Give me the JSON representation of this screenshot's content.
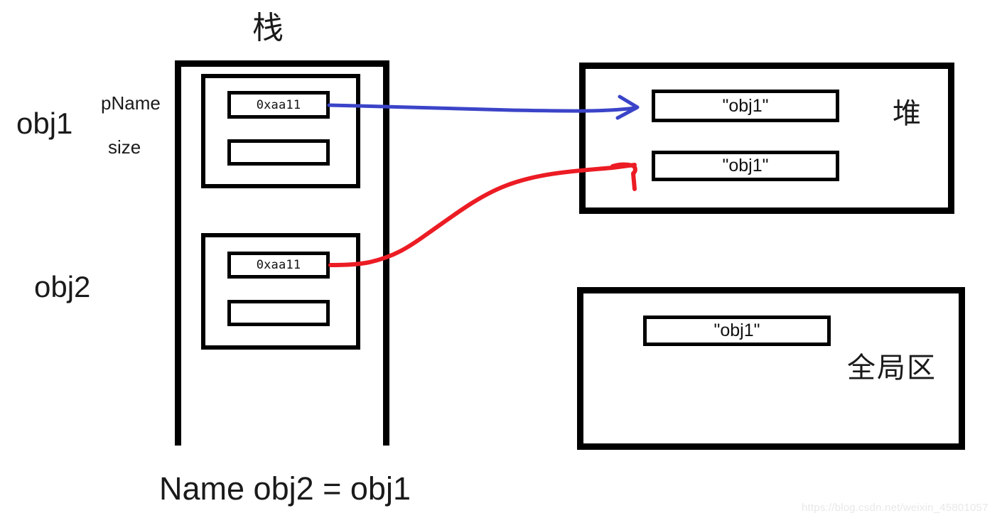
{
  "diagram": {
    "stack": {
      "title": "栈",
      "frames": [
        {
          "owner_label": "obj1",
          "field_labels": {
            "pname": "pName",
            "size": "size"
          },
          "slots": {
            "pname_value": "0xaa11",
            "size_value": ""
          }
        },
        {
          "owner_label": "obj2",
          "field_labels": {
            "pname": "",
            "size": ""
          },
          "slots": {
            "pname_value": "0xaa11",
            "size_value": ""
          }
        }
      ]
    },
    "heap": {
      "label": "堆",
      "cells": [
        {
          "value": "\"obj1\""
        },
        {
          "value": "\"obj1\""
        }
      ]
    },
    "global_area": {
      "label": "全局区",
      "cells": [
        {
          "value": "\"obj1\""
        }
      ]
    },
    "caption": "Name obj2 = obj1",
    "watermark": "https://blog.csdn.net/weixin_45801057",
    "arrows": [
      {
        "name": "obj1-pname-to-heap-cell-1",
        "color": "#3b44c8",
        "from": "slot-obj1-pname",
        "to": "heap-cell-1"
      },
      {
        "name": "obj2-pname-to-heap-cell-2",
        "color": "#ec1c24",
        "from": "slot-obj2-pname",
        "to": "heap-cell-2"
      }
    ],
    "colors": {
      "ink": "#000000",
      "blue_arrow": "#3b44c8",
      "red_arrow": "#ec1c24",
      "background": "#ffffff",
      "watermark": "#e8e8e8"
    }
  }
}
